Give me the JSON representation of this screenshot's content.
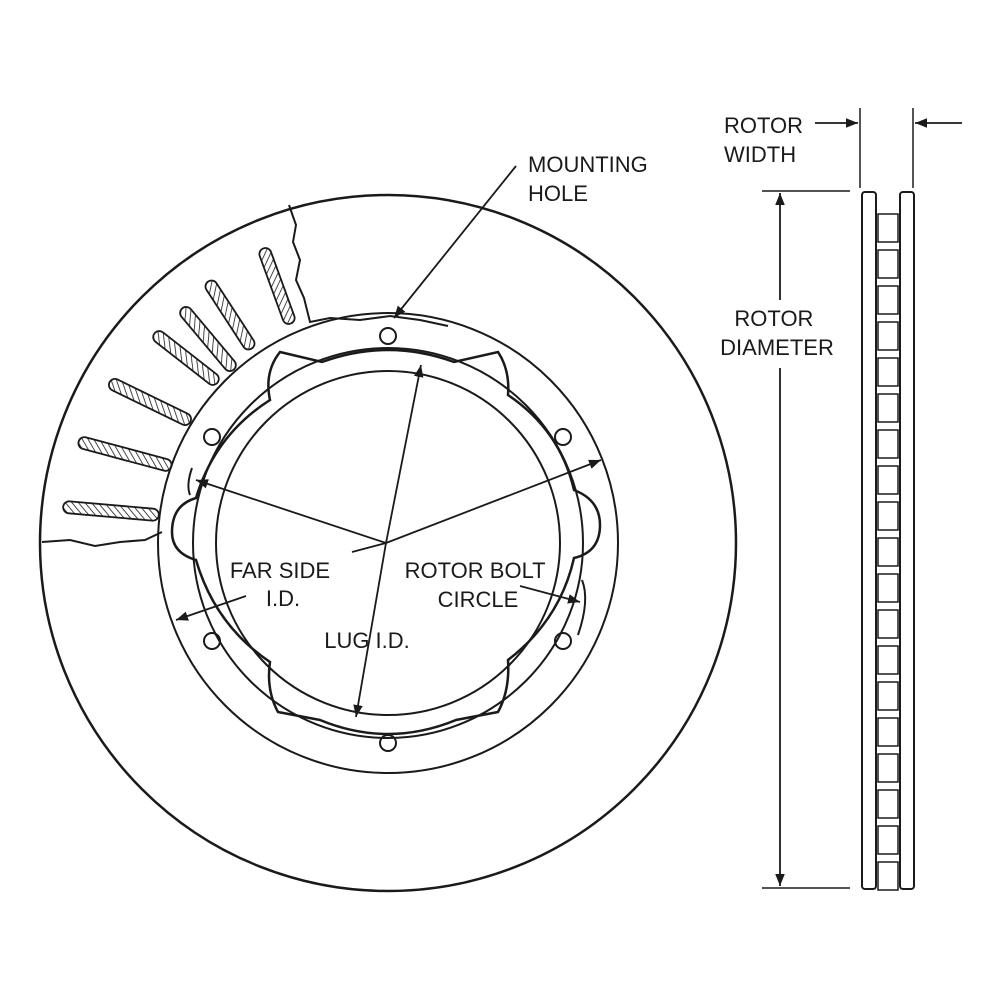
{
  "diagram": {
    "labels": {
      "mounting_hole": [
        "MOUNTING",
        "HOLE"
      ],
      "rotor_width": [
        "ROTOR",
        "WIDTH"
      ],
      "rotor_diameter": [
        "ROTOR",
        "DIAMETER"
      ],
      "far_side_id": [
        "FAR SIDE",
        "I.D."
      ],
      "rotor_bolt_circle": [
        "ROTOR BOLT",
        "CIRCLE"
      ],
      "lug_id": [
        "LUG I.D."
      ]
    },
    "colors": {
      "line": "#1a1a1a",
      "background": "#ffffff"
    }
  }
}
